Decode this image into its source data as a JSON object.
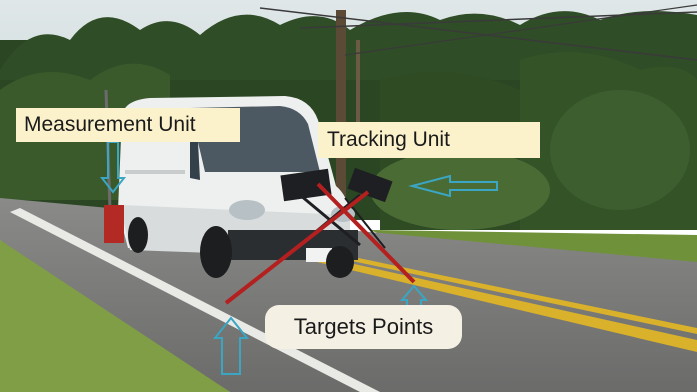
{
  "photo": {
    "subject": "white van on road with measurement equipment",
    "colors": {
      "label_fill": "#fbf2cc",
      "arrow_stroke": "#3aa6c4",
      "cross_color": "#b3201f",
      "road": "#767676",
      "grass": "#7a9a3c",
      "trees": "#243d1e"
    }
  },
  "annotations": {
    "measurement_unit": "Measurement Unit",
    "tracking_unit": "Tracking Unit",
    "target_points": "Targets Points"
  }
}
